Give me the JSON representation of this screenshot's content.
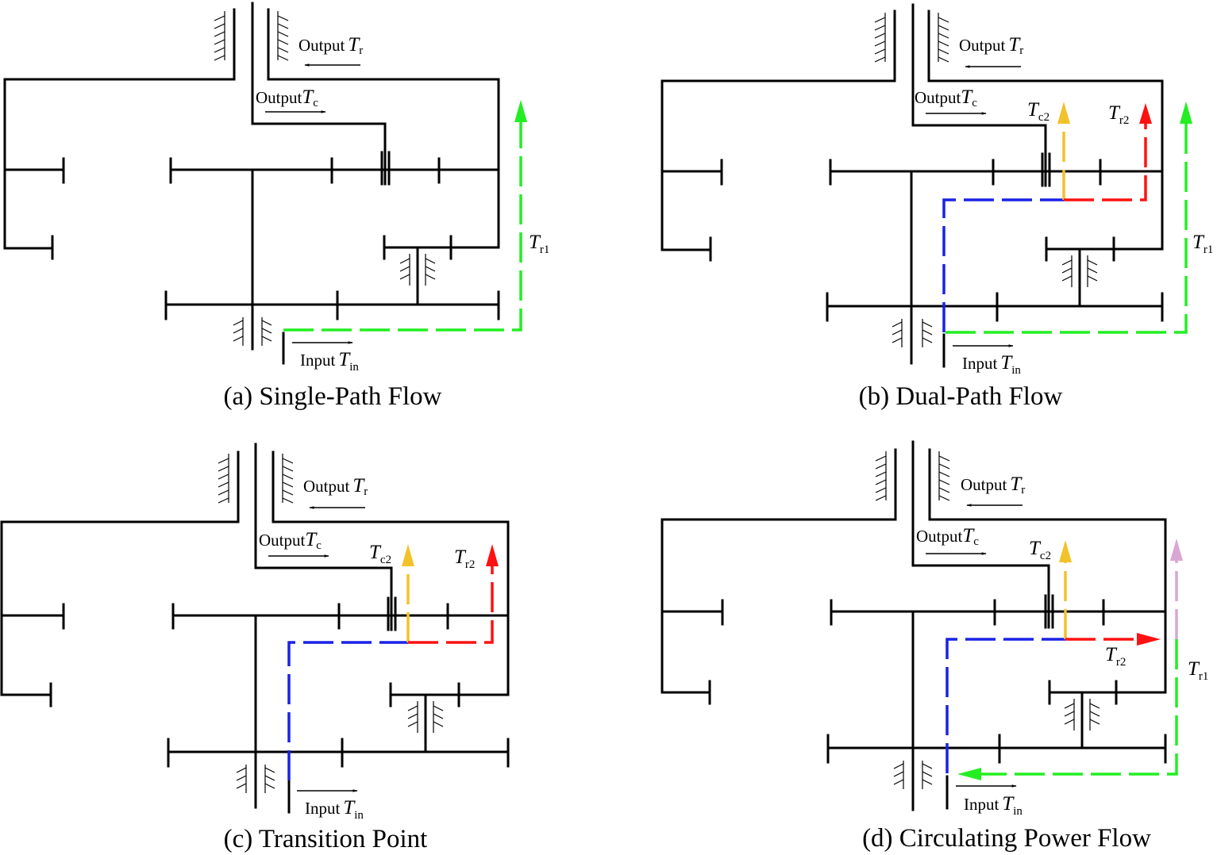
{
  "colors": {
    "structure": "#000000",
    "green": "#22ee22",
    "blue": "#1a22e6",
    "yellow": "#f2c22a",
    "red": "#ff1111",
    "pink": "#d9a7d3"
  },
  "labels": {
    "output": "Output",
    "input": "Input",
    "T": "T",
    "sub_r": "r",
    "sub_c": "c",
    "sub_in": "in",
    "sub_r1": "r1",
    "sub_c2": "c2",
    "sub_r2": "r2"
  },
  "panels": [
    {
      "caption": "(a) Single-Path Flow"
    },
    {
      "caption": "(b) Dual-Path Flow"
    },
    {
      "caption": "(c) Transition Point"
    },
    {
      "caption": "(d) Circulating Power Flow"
    }
  ]
}
